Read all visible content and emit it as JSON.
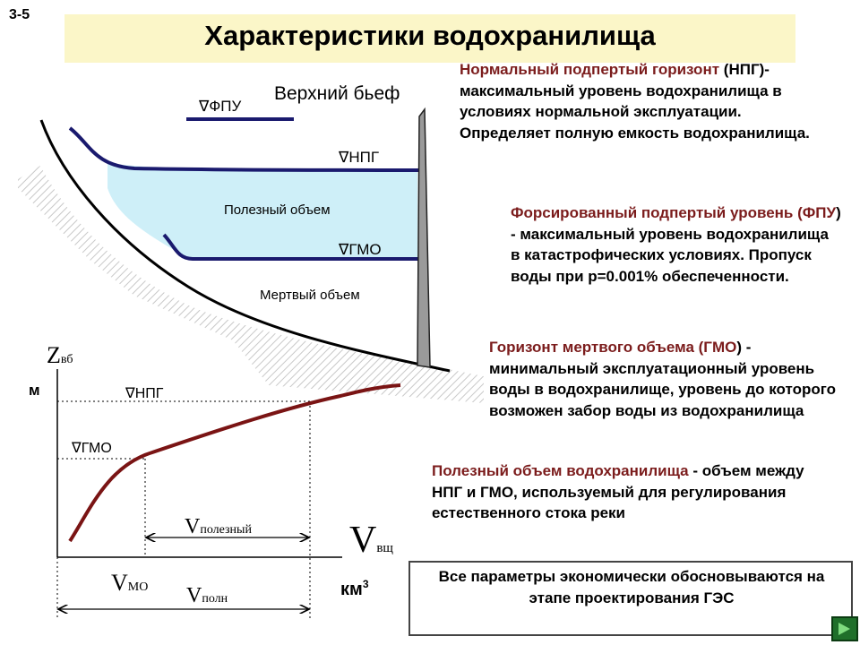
{
  "slide_number": "3-5",
  "title": "Характеристики водохранилища",
  "diagram": {
    "upper_pool_label": "Верхний бьеф",
    "fpu_marker": "∇ФПУ",
    "npg_marker": "∇НПГ",
    "gmo_marker": "∇ГМО",
    "useful_volume_label": "Полезный объем",
    "dead_volume_label": "Мертвый объем",
    "z_symbol": "Z",
    "z_subscript": "вб",
    "y_unit": "м",
    "npg_level_label": "∇НПГ",
    "gmo_level_label": "∇ГМО",
    "v_symbol": "V",
    "v_axis_subscript": "вщ",
    "v_useful_subscript": "полезный",
    "v_dead_subscript": "МО",
    "v_total_subscript": "полн",
    "x_unit": "км",
    "x_unit_power": "3"
  },
  "definitions": {
    "npg_term": "Нормальный подпертый горизонт",
    "npg_text": "(НПГ)-максимальный уровень водохранилища в условиях нормальной эксплуатации. Определяет полную емкость водохранилища.",
    "fpu_term": "Форсированный подпертый уровень (ФПУ",
    "fpu_text": ") - максимальный уровень водохранилища в катастрофических условиях. Пропуск воды при p=0.001% обеспеченности.",
    "gmo_term": "Горизонт мертвого объема (ГМО",
    "gmo_text": ") - минимальный эксплуатационный уровень воды в водохранилище, уровень до которого возможен забор воды из водохранилища",
    "useful_term": "Полезный объем водохранилища",
    "useful_text": " - объем между НПГ и ГМО, используемый для регулирования естественного стока реки"
  },
  "note": "Все параметры экономически обосновываются на этапе проектирования ГЭС",
  "colors": {
    "title_bar": "#fbf6c8",
    "term": "#7b1c1c",
    "water_level_line": "#1a1a6e",
    "volume_curve": "#7a1414",
    "water_fill": "#c6ecf7",
    "dam": "#9a9a9a"
  }
}
